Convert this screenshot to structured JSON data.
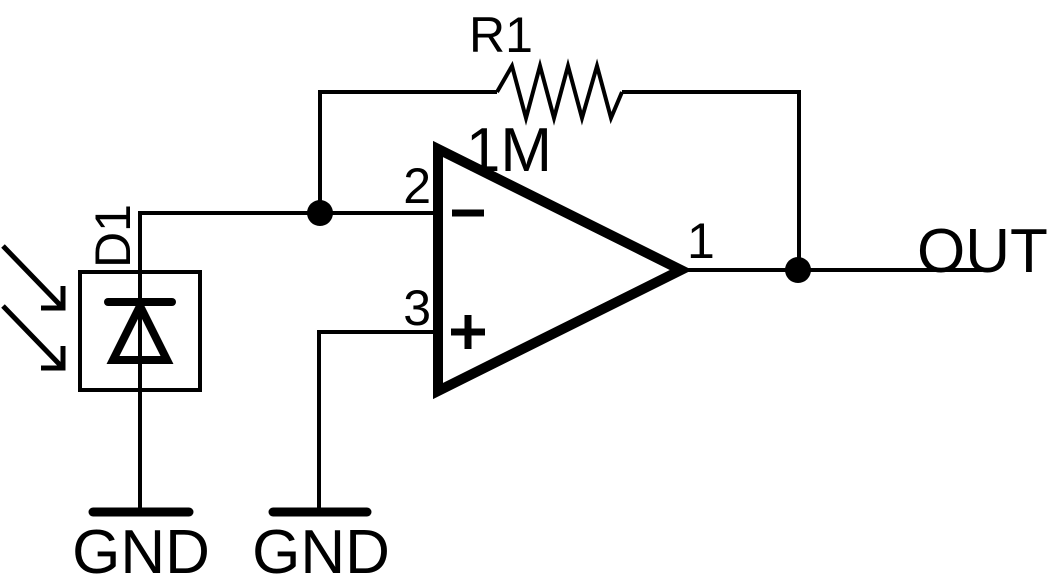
{
  "canvas": {
    "background": "#ffffff",
    "ink": "#000000"
  },
  "components": {
    "resistor": {
      "designator": "R1",
      "value": "1M"
    },
    "photodiode": {
      "designator": "D1",
      "light_arrows": 2
    },
    "opamp": {
      "pin_inverting": "2",
      "pin_noninverting": "3",
      "pin_output": "1",
      "inverting_mark": "−",
      "noninverting_mark": "+"
    }
  },
  "net_labels": {
    "output": "OUT"
  },
  "grounds": [
    {
      "label": "GND"
    },
    {
      "label": "GND"
    }
  ]
}
